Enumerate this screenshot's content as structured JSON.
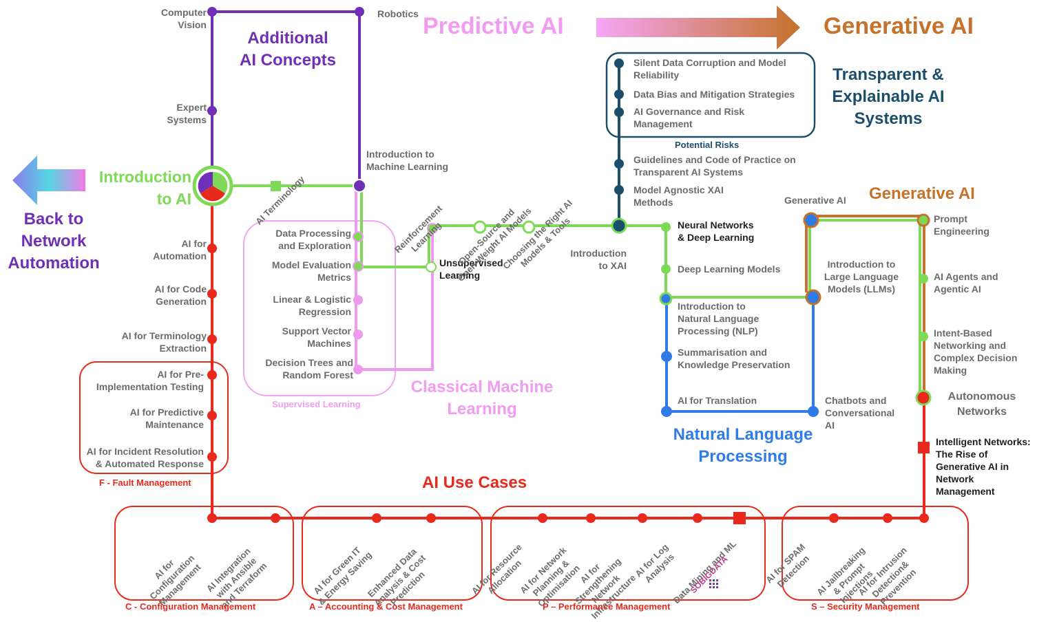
{
  "colors": {
    "purple": "#6f2fb6",
    "green": "#7ed957",
    "red": "#e8291c",
    "pink": "#ee99ee",
    "blue": "#2f7be8",
    "teal": "#1b4e6b",
    "orange": "#c5722a"
  },
  "headings": {
    "predictive_ai": "Predictive AI",
    "generative_ai_top": "Generative AI",
    "additional_concepts": "Additional\nAI Concepts",
    "transparent": "Transparent &\nExplainable AI\nSystems",
    "intro_ai": "Introduction\nto AI",
    "back": "Back to\nNetwork\nAutomation",
    "generative_ai_line": "Generative AI",
    "classical_ml": "Classical Machine\nLearning",
    "nlp": "Natural Language\nProcessing",
    "use_cases": "AI Use Cases"
  },
  "stations": {
    "computer_vision": "Computer\nVision",
    "robotics": "Robotics",
    "expert_systems": "Expert\nSystems",
    "ai_terminology": "AI Terminology",
    "intro_ml": "Introduction to\nMachine Learning",
    "data_processing": "Data Processing\nand Exploration",
    "model_evaluation": "Model Evaluation\nMetrics",
    "linear_logistic": "Linear & Logistic\nRegression",
    "svm": "Support Vector\nMachines",
    "decision_trees": "Decision Trees and\nRandom Forest",
    "unsupervised": "Unsupervised\nLearning",
    "reinforcement": "Reinforcement\nLearning",
    "open_source": "Open-Source and\nOpen-Weight AI Models",
    "choosing": "Choosing the Right AI\nModels & Tools",
    "silent_data": "Silent Data Corruption and Model\nReliability",
    "data_bias": "Data Bias and Mitigation Strategies",
    "governance": "AI Governance and Risk\nManagement",
    "guidelines": "Guidelines and Code of Practice on\nTransparent AI Systems",
    "model_agnostic": "Model Agnostic XAI\nMethods",
    "intro_xai": "Introduction\nto XAI",
    "neural_networks": "Neural Networks\n& Deep Learning",
    "deep_learning": "Deep Learning Models",
    "intro_nlp": "Introduction to\nNatural Language\nProcessing (NLP)",
    "summarisation": "Summarisation and\nKnowledge Preservation",
    "translation": "AI for Translation",
    "chatbots": "Chatbots and\nConversational\nAI",
    "generative_ai_station": "Generative AI",
    "intro_llm": "Introduction to\nLarge Language\nModels (LLMs)",
    "prompt_engineering": "Prompt\nEngineering",
    "ai_agents": "AI Agents and\nAgentic AI",
    "intent_based": "Intent-Based\nNetworking and\nComplex Decision\nMaking",
    "autonomous": "Autonomous\nNetworks",
    "intelligent_networks": "Intelligent Networks:\nThe Rise of\nGenerative AI in\nNetwork\nManagement",
    "ai_automation": "AI for\nAutomation",
    "ai_code": "AI for Code\nGeneration",
    "ai_terminology_extraction": "AI for Terminology\nExtraction",
    "ai_preimpl": "AI for Pre-\nImplementation Testing",
    "ai_predictive": "AI for Predictive\nMaintenance",
    "ai_incident": "AI for Incident Resolution\n& Automated Response",
    "config_mgmt": "AI for\nConfiguration\nManagement",
    "ansible": "AI Integration\nwith Ansible\nand Terraform",
    "green_it": "AI for Green IT\n& Energy Saving",
    "enhanced_data": "Enhanced Data\nAnalysis & Cost\nPrediction",
    "resource_alloc": "AI for Resource\nAllocation",
    "network_planning": "AI for Network\nPlanning &\nOptimisation",
    "strengthening": "AI for\nStrengthening\nNetwork\nInfrastructure",
    "log_analysis": "AI for Log\nAnalysis",
    "data_mining": "Data Mining and ML",
    "spam": "AI for SPAM\nDetection",
    "jailbreaking": "AI Jailbreaking\n& Prompt\nInjections",
    "intrusion": "AI for Intrusion\nDetection&\nPrevention"
  },
  "groups": {
    "potential_risks": "Potential Risks",
    "supervised": "Supervised Learning",
    "fault": "F - Fault Management",
    "configuration": "C - Configuration Management",
    "accounting": "A – Accounting & Cost Management",
    "performance": "P – Performance Management",
    "security": "S – Security Management"
  },
  "logo_text": "SOBIGDATA"
}
